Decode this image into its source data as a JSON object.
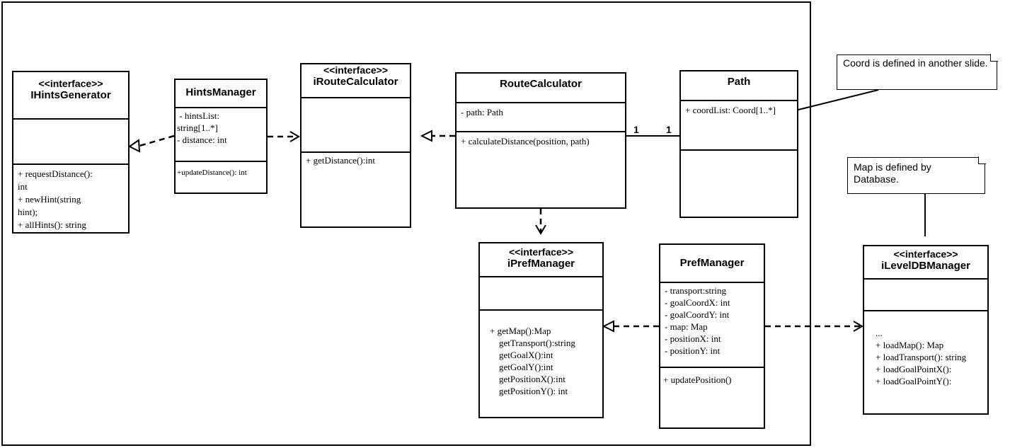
{
  "classes": {
    "ihints": {
      "stereotype": "<<interface>>",
      "name": "IHintsGenerator",
      "attributes": [],
      "operations": [
        "+ requestDistance():",
        "int",
        "+ newHint(string",
        "hint);",
        "+ allHints(): string"
      ]
    },
    "hintsmanager": {
      "name": "HintsManager",
      "attributes": [
        " - hintsList:",
        "string[1..*]",
        "- distance: int"
      ],
      "operations": [
        "+updateDistance(): int"
      ]
    },
    "iroute": {
      "stereotype": "<<interface>>",
      "name": "iRouteCalculator",
      "attributes": [],
      "operations": [
        "+ getDistance():int"
      ]
    },
    "routecalc": {
      "name": "RouteCalculator",
      "attributes": [
        "- path: Path"
      ],
      "operations": [
        "+ calculateDistance(position, path)"
      ]
    },
    "path": {
      "name": "Path",
      "attributes": [
        "+ coordList: Coord[1..*]"
      ],
      "operations": []
    },
    "ipref": {
      "stereotype": "<<interface>>",
      "name": "iPrefManager",
      "attributes": [],
      "operations": [
        "+ getMap():Map",
        "getTransport():string",
        "getGoalX():int",
        "getGoalY():int",
        "getPositionX():int",
        "getPositionY(): int"
      ]
    },
    "prefmanager": {
      "name": "PrefManager",
      "attributes": [
        "- transport:string",
        "- goalCoordX: int",
        "- goalCoordY: int",
        "- map: Map",
        "- positionX: int",
        "- positionY: int"
      ],
      "operations": [
        "+ updatePosition()"
      ]
    },
    "ileveldb": {
      "stereotype": "<<interface>>",
      "name": "iLevelDBManager",
      "attributes": [],
      "operations": [
        "...",
        "+ loadMap(): Map",
        "+ loadTransport(): string",
        "+ loadGoalPointX():",
        "+ loadGoalPointY():"
      ]
    }
  },
  "notes": {
    "coord": "Coord is defined in another slide.",
    "map": "Map is defined by Database."
  },
  "association": {
    "mult_left": "1",
    "mult_right": "1"
  }
}
